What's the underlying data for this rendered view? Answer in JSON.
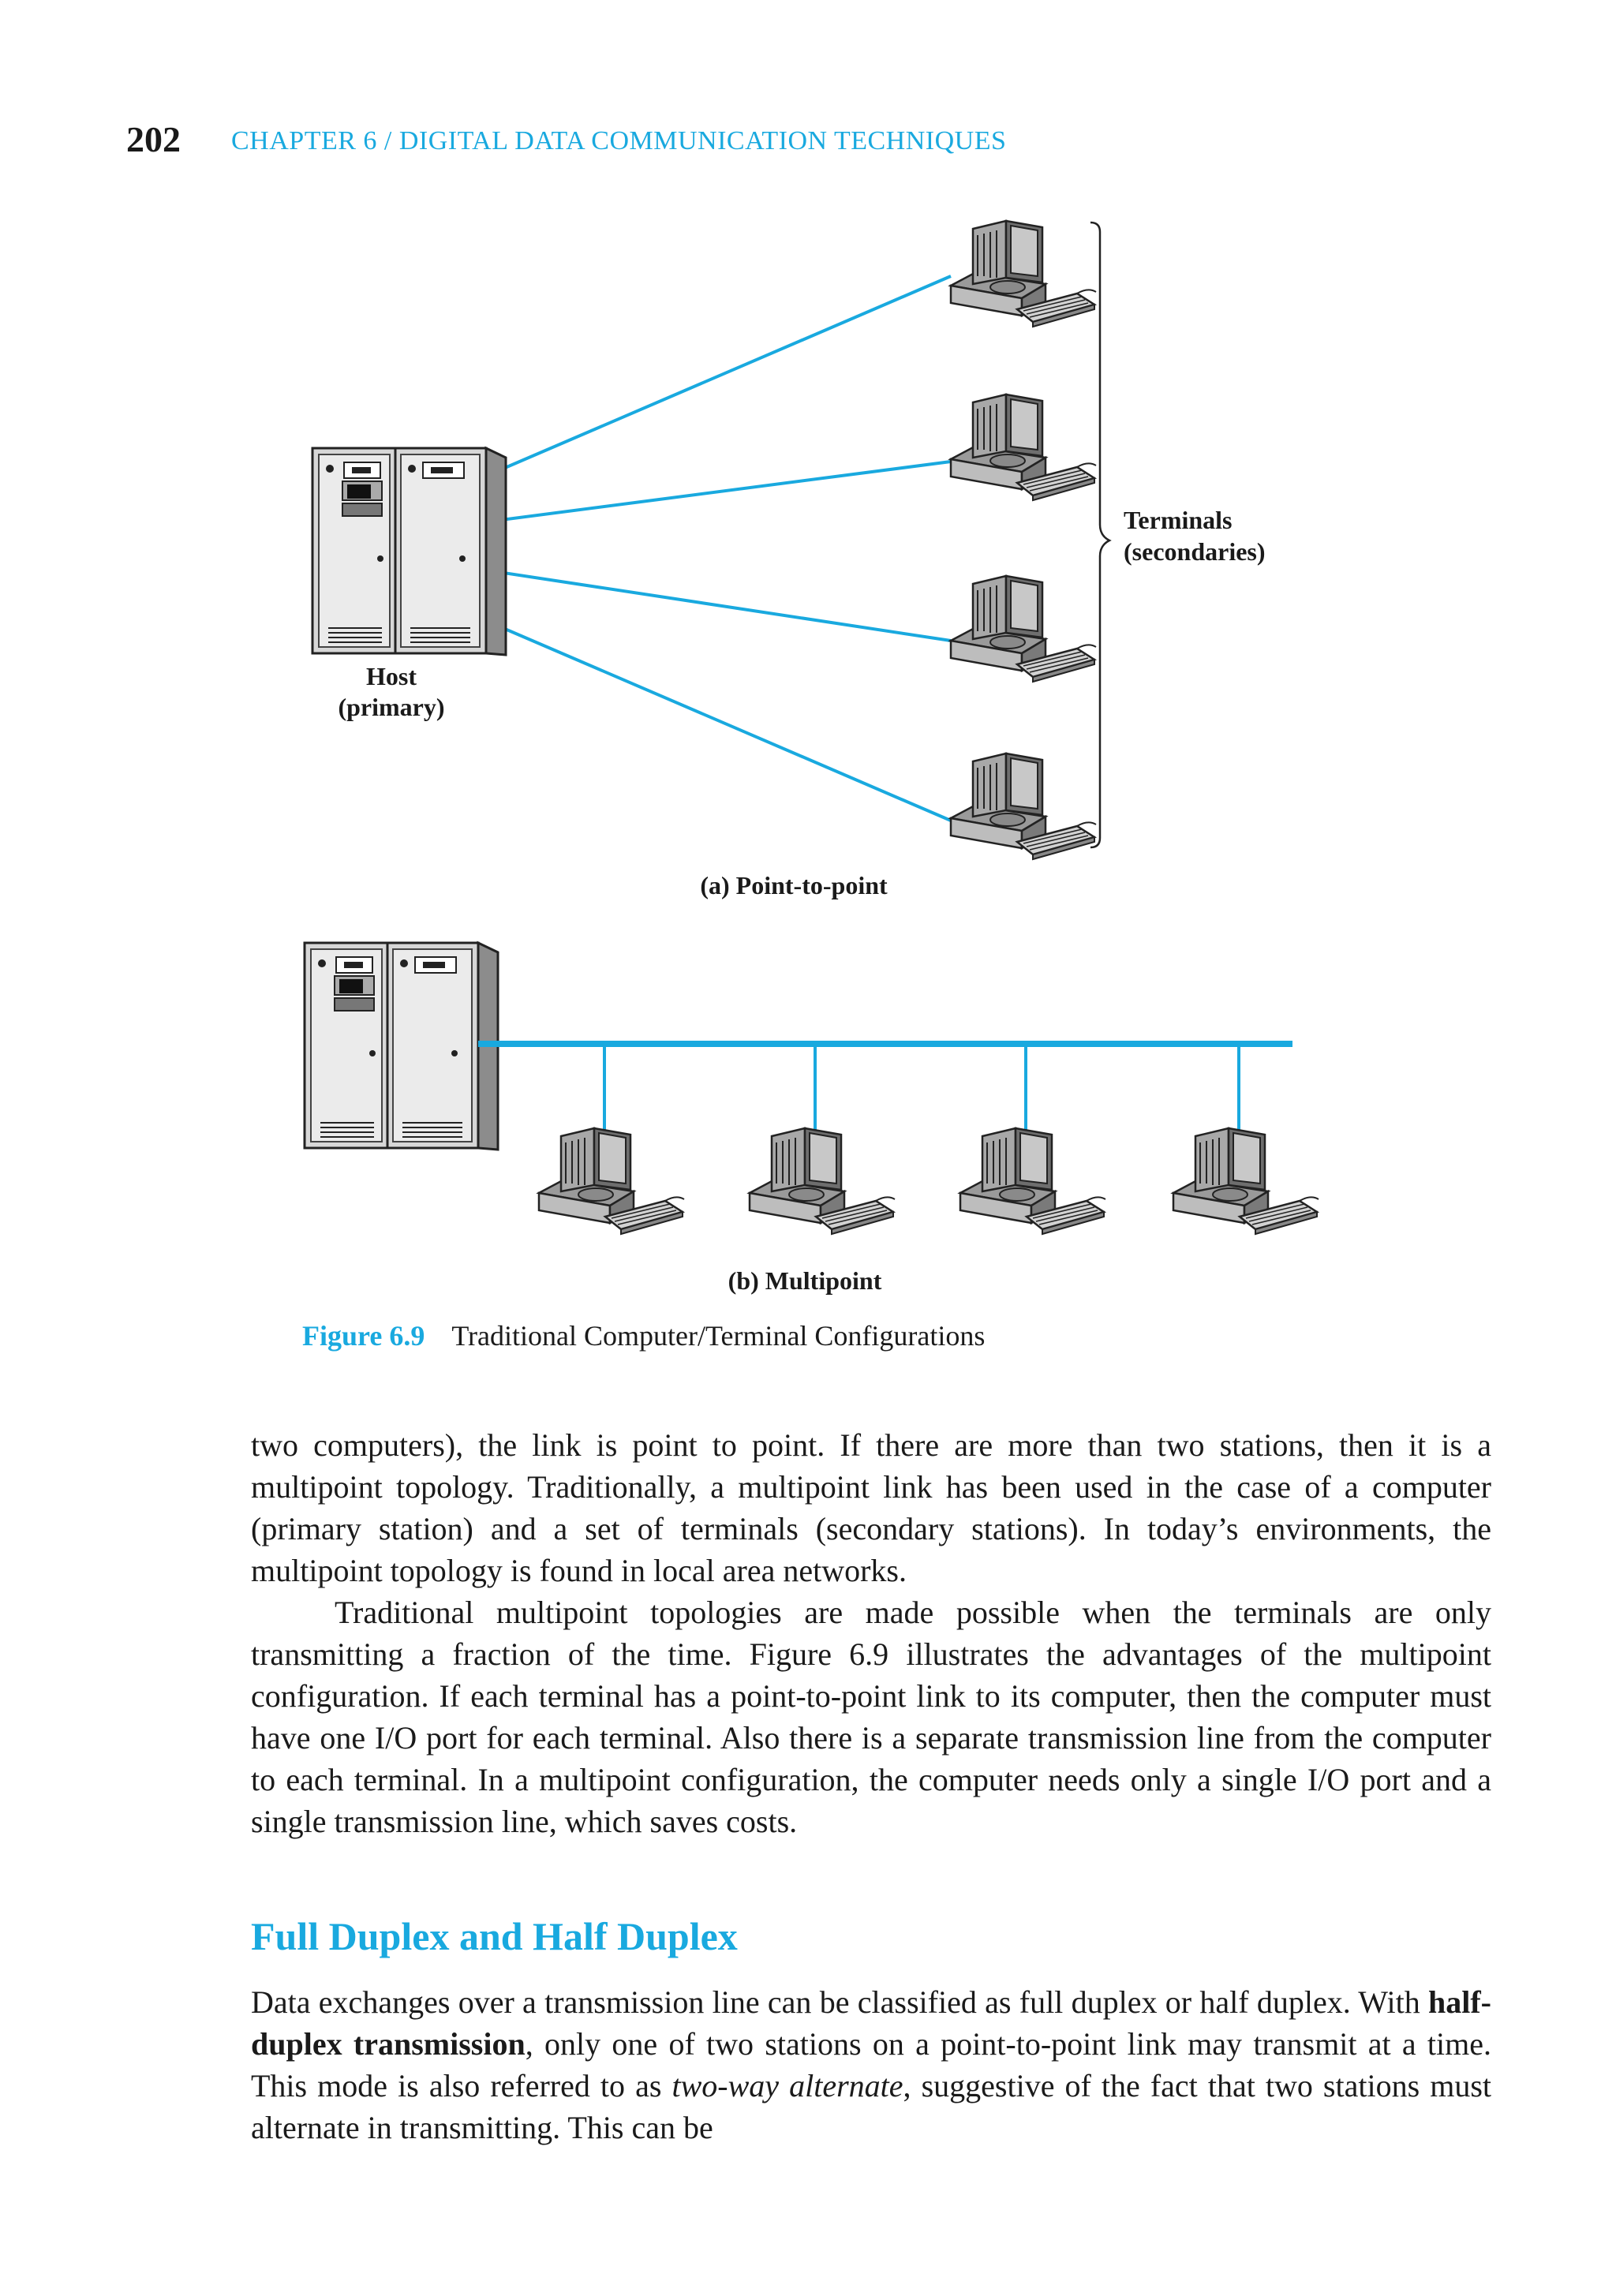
{
  "header": {
    "page_number": "202",
    "running_title": "CHAPTER 6 / DIGITAL DATA COMMUNICATION TECHNIQUES"
  },
  "figure": {
    "host_label_line1": "Host",
    "host_label_line2": "(primary)",
    "terminals_label_line1": "Terminals",
    "terminals_label_line2": "(secondaries)",
    "subfig_a": "(a) Point-to-point",
    "subfig_b": "(b) Multipoint",
    "caption_number": "Figure 6.9",
    "caption_text": "Traditional Computer/Terminal Configurations",
    "accent_color": "#19a9df"
  },
  "body": {
    "paragraph1": "two computers), the link is point to point. If there are more than two stations, then it is a multipoint topology. Traditionally, a multipoint link has been used in the case of a computer (primary station) and a set of terminals (secondary stations). In today’s environments, the multipoint topology is found in local area networks.",
    "paragraph2": "Traditional multipoint topologies are made possible when the terminals are only transmitting a fraction of the time. Figure 6.9 illustrates the advantages of the multipoint configuration. If each terminal has a point-to-point link to its computer, then the computer must have one I/O port for each terminal. Also there is a separate transmission line from the computer to each terminal. In a multipoint configuration, the computer needs only a single I/O port and a single transmission line, which saves costs.",
    "section_title": "Full Duplex and Half Duplex",
    "p3_part1": "Data exchanges over a transmission line can be classified as full duplex or half duplex. With ",
    "p3_bold": "half-duplex transmission",
    "p3_part2": ", only one of two stations on a point-to-point link may transmit at a time. This mode is also referred to as ",
    "p3_italic": "two-way alternate",
    "p3_part3": ", suggestive of the fact that two stations must alternate in transmitting. This can be"
  }
}
